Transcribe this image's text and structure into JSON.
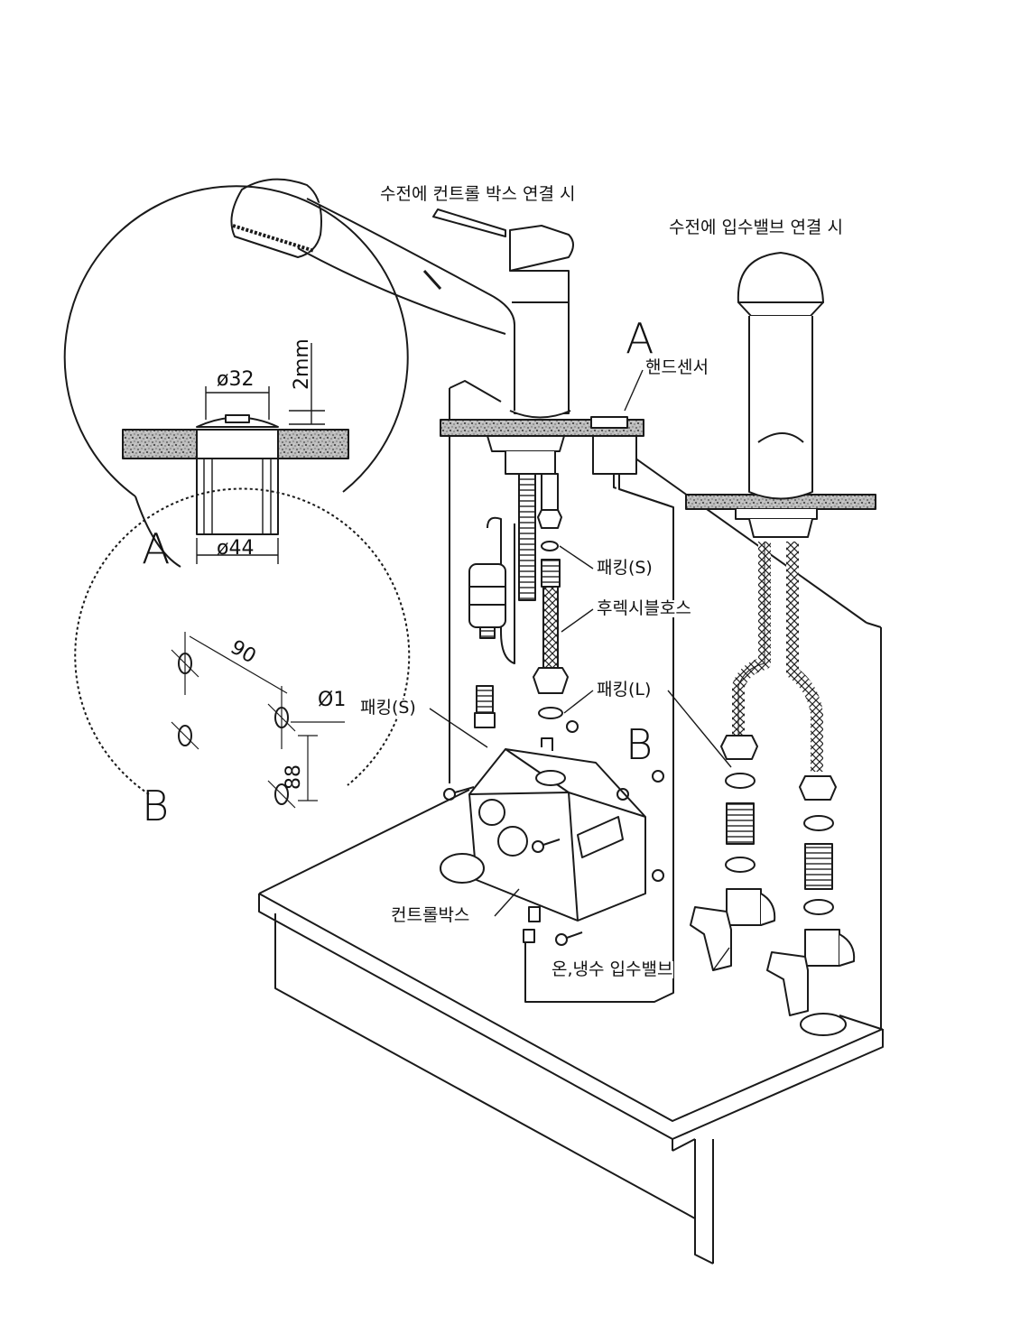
{
  "titles": {
    "control_box_connection": "수전에 컨트롤 박스 연결 시",
    "valve_connection": "수전에 입수밸브 연결 시"
  },
  "labels": {
    "hand_sensor": "핸드센서",
    "packing_s_right": "패킹(S)",
    "flexible_hose": "후렉시블호스",
    "packing_l": "패킹(L)",
    "packing_s_left": "패킹(S)",
    "control_box": "컨트롤박스",
    "hot_cold_valve": "온,냉수 입수밸브"
  },
  "markers": {
    "a_main": "A",
    "b_main": "B",
    "a_detail": "A",
    "b_detail": "B"
  },
  "detail_a": {
    "dia_top": "ø32",
    "dia_bottom": "ø44",
    "height": "2mm"
  },
  "detail_b": {
    "spacing_h": "90",
    "spacing_v": "88",
    "hole_dia": "Ø1"
  }
}
